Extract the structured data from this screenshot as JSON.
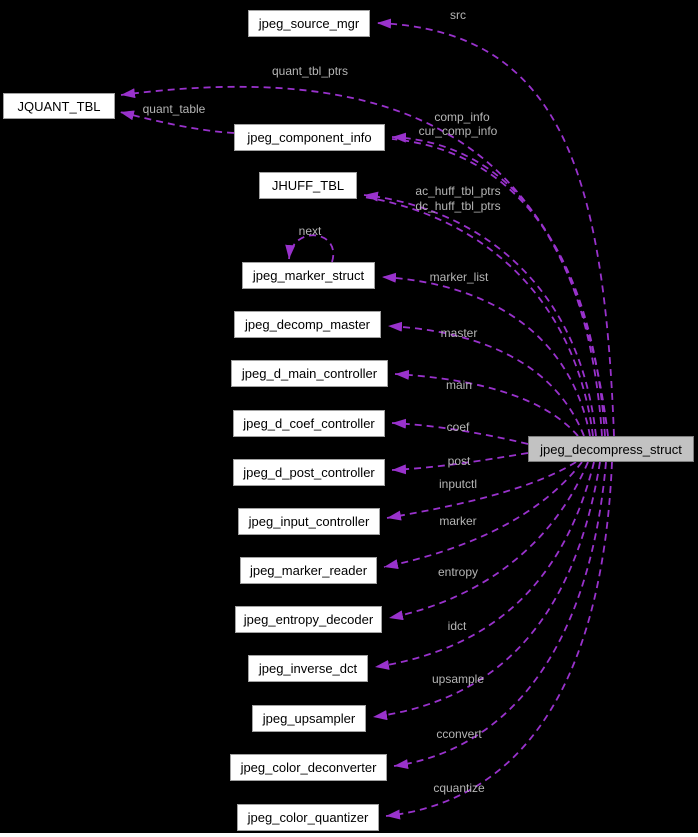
{
  "diagram": {
    "type": "collaboration-graph",
    "colors": {
      "background": "#000000",
      "edge": "#9932cc",
      "edge_label": "#b5b5b5",
      "node_fill": "#ffffff",
      "node_border": "#a2a2a2",
      "node_text": "#000000",
      "focus_node_fill": "#c2c2c2"
    },
    "nodes": {
      "source_mgr": "jpeg_source_mgr",
      "jquant_tbl": "JQUANT_TBL",
      "component_info": "jpeg_component_info",
      "jhuff_tbl": "JHUFF_TBL",
      "marker_struct": "jpeg_marker_struct",
      "decomp_master": "jpeg_decomp_master",
      "d_main_controller": "jpeg_d_main_controller",
      "d_coef_controller": "jpeg_d_coef_controller",
      "d_post_controller": "jpeg_d_post_controller",
      "input_controller": "jpeg_input_controller",
      "marker_reader": "jpeg_marker_reader",
      "entropy_decoder": "jpeg_entropy_decoder",
      "inverse_dct": "jpeg_inverse_dct",
      "upsampler": "jpeg_upsampler",
      "color_deconverter": "jpeg_color_deconverter",
      "color_quantizer": "jpeg_color_quantizer",
      "focus": "jpeg_decompress_struct"
    },
    "edge_labels": {
      "src": "src",
      "quant_tbl_ptrs": "quant_tbl_ptrs",
      "quant_table": "quant_table",
      "comp_info": "comp_info",
      "cur_comp_info": "cur_comp_info",
      "ac_huff_tbl_ptrs": "ac_huff_tbl_ptrs",
      "dc_huff_tbl_ptrs": "dc_huff_tbl_ptrs",
      "next": "next",
      "marker_list": "marker_list",
      "master": "master",
      "main": "main",
      "coef": "coef",
      "post": "post",
      "inputctl": "inputctl",
      "marker": "marker",
      "entropy": "entropy",
      "idct": "idct",
      "upsample": "upsample",
      "cconvert": "cconvert",
      "cquantize": "cquantize"
    }
  }
}
